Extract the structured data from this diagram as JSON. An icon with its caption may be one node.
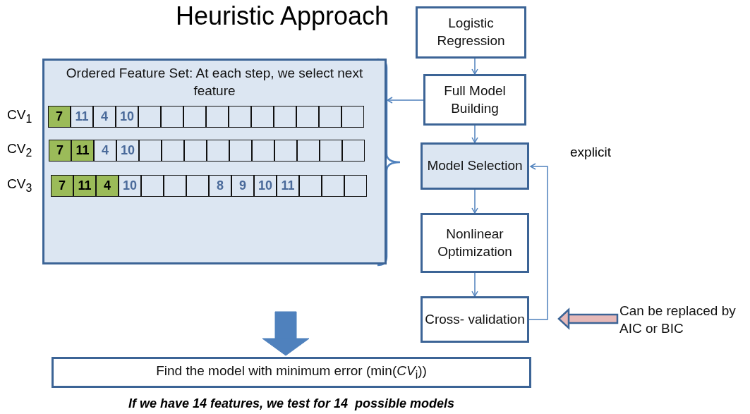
{
  "diagram": {
    "title": "Heuristic Approach",
    "caption": "If we have 14 features, we test for 14  possible models",
    "nodes": [
      {
        "text": [
          "Ordered Feature Set: At each step, we select next feature"
        ],
        "beside": [
          "CV$_{1}$",
          "CV$_{2}$",
          "CV$_{3}$"
        ]
      },
      {
        "text": [
          "Logistic Regression"
        ]
      },
      {
        "text": [
          "Full Model Building"
        ]
      },
      {
        "text": [
          "Model Selection"
        ]
      },
      {
        "text": [
          "Nonlinear Optimization"
        ]
      },
      {
        "text": [
          "Cross- validation"
        ]
      },
      {
        "text": [
          "Can be replaced by AIC or BIC"
        ]
      },
      {
        "text": [
          "Find the model with minimum error (min(*CV*$_{i}$))"
        ]
      }
    ],
    "edges": [
      {
        "from": 1,
        "to": 2,
        "arrow": "to"
      },
      {
        "from": 2,
        "to": 3,
        "arrow": "to"
      },
      {
        "from": 3,
        "to": 4,
        "arrow": "to"
      },
      {
        "from": 4,
        "to": 5,
        "arrow": "to"
      },
      {
        "from": 5,
        "to": 3,
        "arrow": "to"
      },
      {
        "from": 2,
        "to": 0,
        "arrow": "to"
      },
      {
        "from": 6,
        "to": 5,
        "arrow": "to",
        "style": "thick",
        "color": "#e6b9b8"
      },
      {
        "from": null,
        "to": 7,
        "arrow": "to",
        "style": "thick"
      }
    ],
    "labels": [
      "7",
      "11",
      "4",
      "10",
      "7",
      "11",
      "4",
      "10",
      "explicit",
      "7",
      "11",
      "4",
      "10",
      "8",
      "9",
      "10",
      "11"
    ]
  }
}
